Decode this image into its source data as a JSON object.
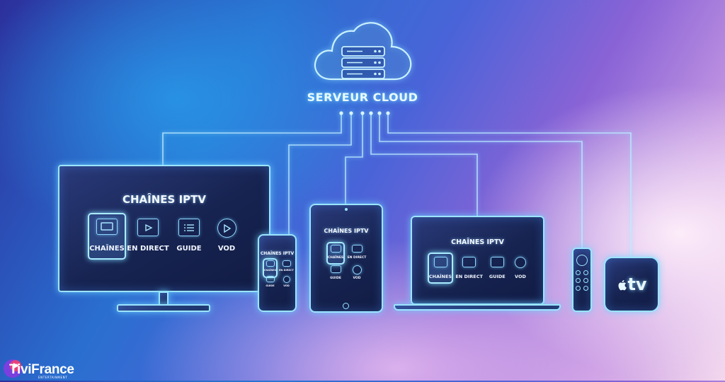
{
  "cloud": {
    "label": "SERVEUR CLOUD"
  },
  "devices": {
    "tv": {
      "title": "CHAÎNES IPTV",
      "menu": [
        {
          "label": "CHAÎNES",
          "icon": "tv-icon"
        },
        {
          "label": "EN DIRECT",
          "icon": "live-tv-play-icon"
        },
        {
          "label": "GUIDE",
          "icon": "list-guide-icon"
        },
        {
          "label": "VOD",
          "icon": "play-circle-icon"
        }
      ]
    },
    "phone": {
      "title": "CHAÎNES IPTV",
      "menu": [
        {
          "label": "CHAÎNES",
          "icon": "tv-icon"
        },
        {
          "label": "EN DIRECT",
          "icon": "live-tv-play-icon"
        },
        {
          "label": "GUIDE",
          "icon": "list-guide-icon"
        },
        {
          "label": "VOD",
          "icon": "play-circle-icon"
        }
      ]
    },
    "tablet": {
      "title": "CHAÎNES IPTV",
      "menu": [
        {
          "label": "CHAÎNES",
          "icon": "tv-icon"
        },
        {
          "label": "EN DIRECT",
          "icon": "live-tv-play-icon"
        },
        {
          "label": "GUIDE",
          "icon": "list-guide-icon"
        },
        {
          "label": "VOD",
          "icon": "play-circle-icon"
        }
      ]
    },
    "laptop": {
      "title": "CHAÎNES IPTV",
      "menu": [
        {
          "label": "CHAÎNES",
          "icon": "tv-icon"
        },
        {
          "label": "EN DIRECT",
          "icon": "live-tv-play-icon"
        },
        {
          "label": "GUIDE",
          "icon": "list-guide-icon"
        },
        {
          "label": "VOD",
          "icon": "play-circle-icon"
        }
      ]
    },
    "appletv": {
      "label": "tv",
      "icon": "apple-logo-icon"
    }
  },
  "logo": {
    "name": "TiviFrance",
    "tagline": "ENTERTAINMENT"
  },
  "colors": {
    "glow": "#9be5ff",
    "screen": "#162350"
  }
}
